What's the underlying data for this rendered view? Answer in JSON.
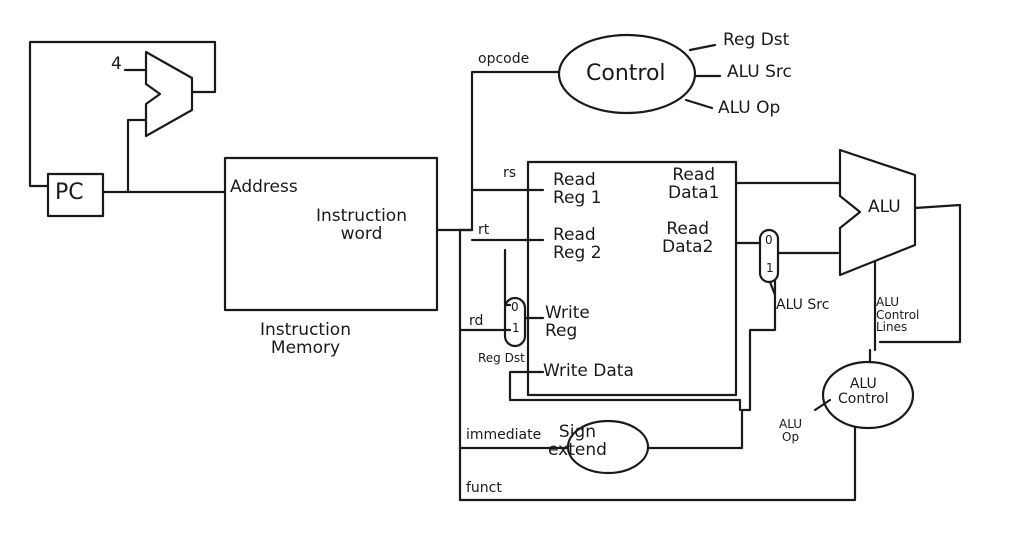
{
  "pc": {
    "label": "PC"
  },
  "adder": {
    "input": "4"
  },
  "instruction_memory": {
    "address": "Address",
    "output": "Instruction\nword",
    "caption": "Instruction\nMemory"
  },
  "control": {
    "label": "Control",
    "input": "opcode",
    "outputs": [
      "Reg Dst",
      "ALU Src",
      "ALU Op"
    ]
  },
  "signals": {
    "rs": "rs",
    "rt": "rt",
    "rd": "rd",
    "immediate": "immediate",
    "funct": "funct"
  },
  "register_file": {
    "read_reg1": "Read\nReg 1",
    "read_reg2": "Read\nReg 2",
    "write_reg": "Write\nReg",
    "write_data": "Write Data",
    "read_data1": "Read\nData1",
    "read_data2": "Read\nData2"
  },
  "mux_regdst": {
    "label": "Reg Dst",
    "in0": "0",
    "in1": "1"
  },
  "mux_alusrc": {
    "label": "ALU Src",
    "in0": "0",
    "in1": "1"
  },
  "sign_extend": {
    "label": "Sign\nextend"
  },
  "alu": {
    "label": "ALU",
    "control_lines": "ALU\nControl\nLines"
  },
  "alu_control": {
    "label": "ALU\nControl",
    "input": "ALU\nOp"
  }
}
